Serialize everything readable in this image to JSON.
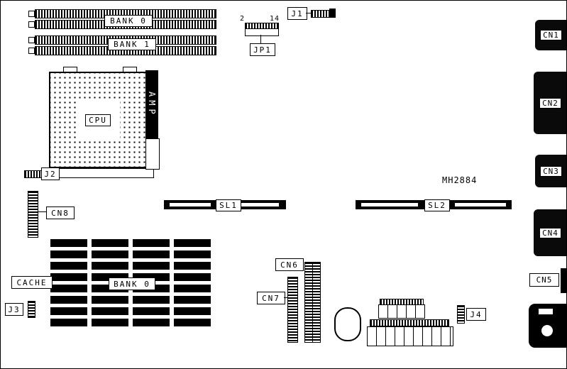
{
  "board": {
    "part_number": "MH2884",
    "memory": {
      "bank0": "BANK 0",
      "bank1": "BANK 1"
    },
    "cpu": {
      "label": "CPU",
      "amp": "AMP"
    },
    "cache": {
      "label": "CACHE",
      "bank": "BANK 0"
    },
    "slots": {
      "sl1": "SL1",
      "sl2": "SL2"
    },
    "jumpers": {
      "jp1": "JP1",
      "jp1_first_pin": "2",
      "jp1_last_pin": "14",
      "j1": "J1",
      "j2": "J2",
      "j3": "J3",
      "j4": "J4"
    },
    "connectors": {
      "cn1": "CN1",
      "cn2": "CN2",
      "cn3": "CN3",
      "cn4": "CN4",
      "cn5": "CN5",
      "cn6": "CN6",
      "cn7": "CN7",
      "cn8": "CN8"
    }
  }
}
